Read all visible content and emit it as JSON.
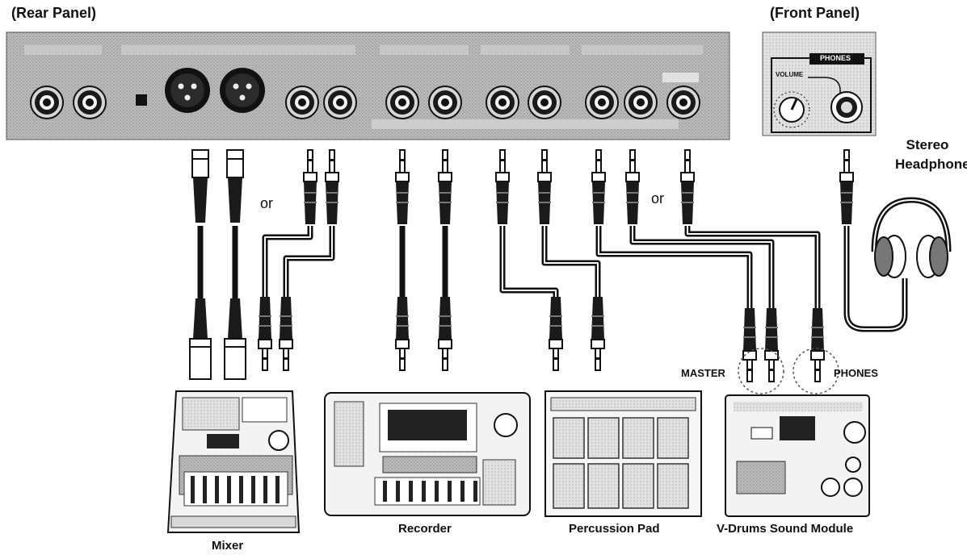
{
  "labels": {
    "rear_panel": "(Rear Panel)",
    "front_panel": "(Front Panel)",
    "phones_title": "PHONES",
    "volume": "VOLUME",
    "stereo": "Stereo",
    "headphones": "Headphones",
    "or_left": "or",
    "or_right": "or",
    "master": "MASTER",
    "phones_jack": "PHONES"
  },
  "devices": {
    "mixer": "Mixer",
    "recorder": "Recorder",
    "percussion_pad": "Percussion Pad",
    "vdrums": "V-Drums Sound Module"
  }
}
